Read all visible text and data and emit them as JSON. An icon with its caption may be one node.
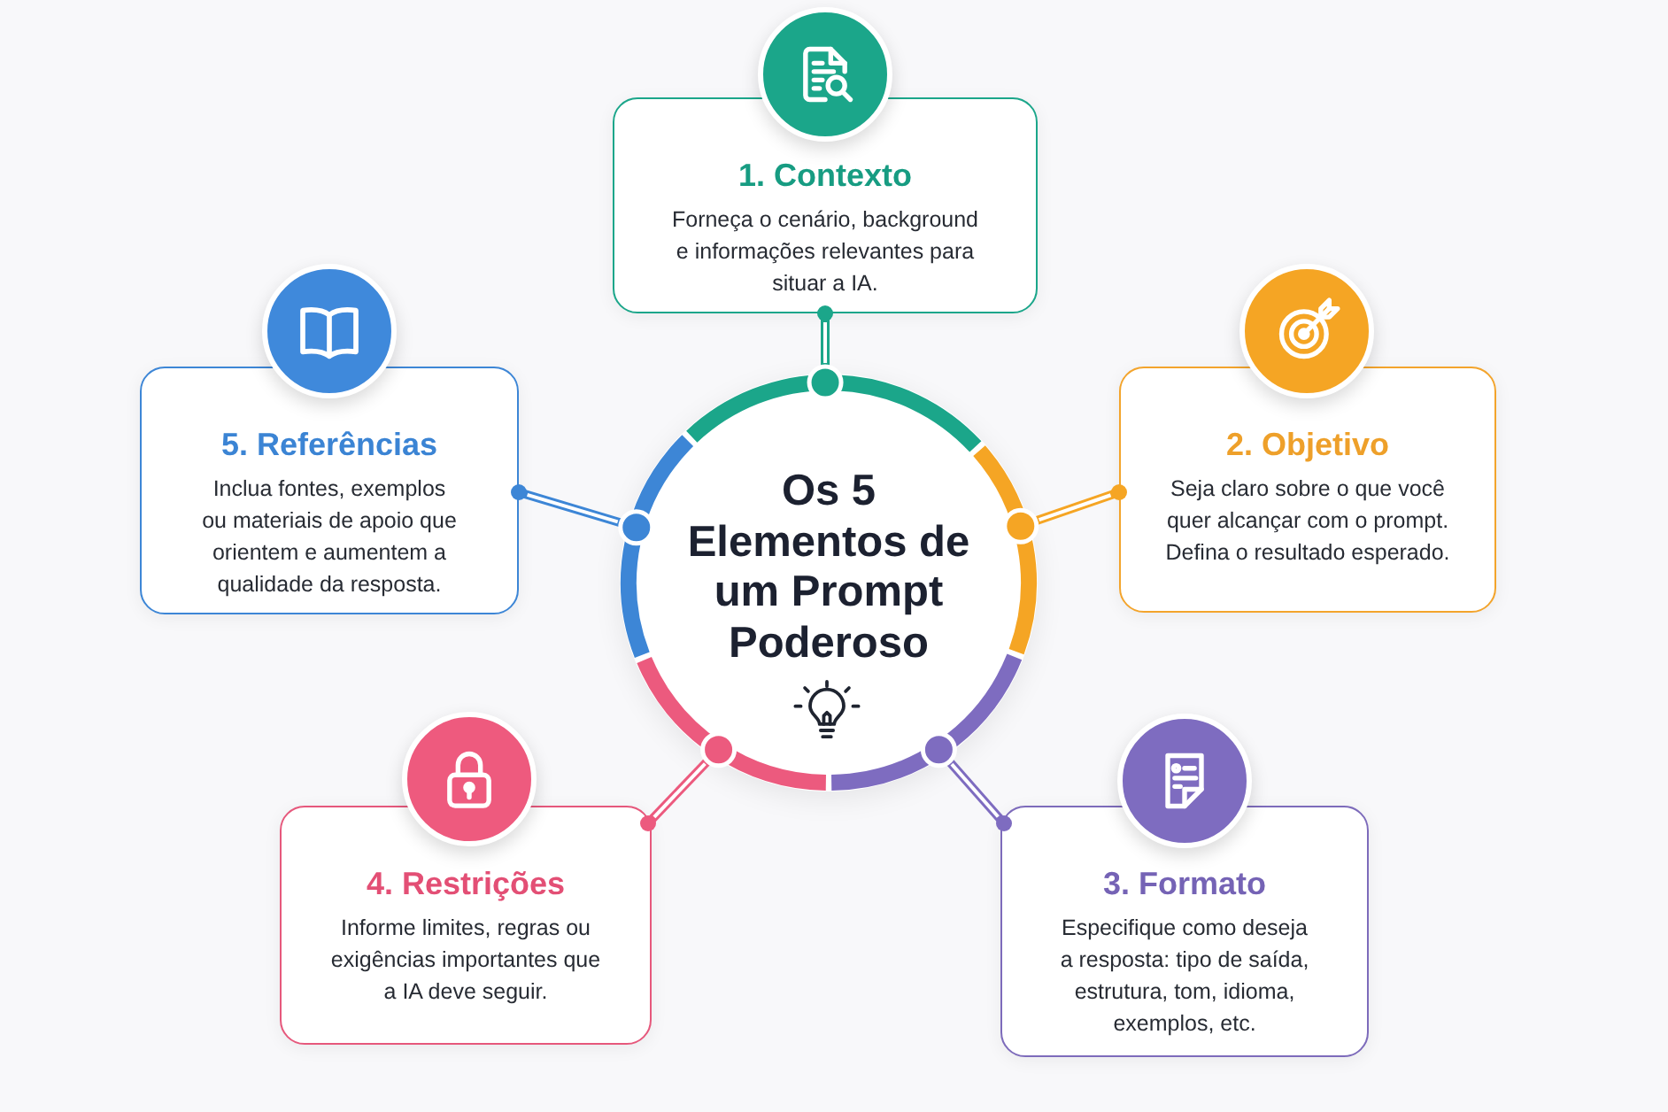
{
  "diagram": {
    "nodes": [
      {
        "text": [
          "Os 5 Elementos de um Prompt Poderoso"
        ]
      },
      {
        "text": [
          "1. Contexto",
          "Forneça o cenário, background e informações relevantes para situar a IA."
        ]
      },
      {
        "text": [
          "2. Objetivo",
          "Seja claro sobre o que você quer alcançar com o prompt. Defina o resultado esperado."
        ]
      },
      {
        "text": [
          "3. Formato",
          "Especifique como deseja a resposta: tipo de saída, estrutura, tom, idioma, exemplos, etc."
        ]
      },
      {
        "text": [
          "4. Restrições",
          "Informe limites, regras ou exigências importantes que a IA deve seguir."
        ]
      },
      {
        "text": [
          "5. Referências",
          "Inclua fontes, exemplos ou materiais de apoio que orientem e aumentem a qualidade da resposta."
        ]
      }
    ],
    "edges": [
      {
        "from": 0,
        "to": 1,
        "arrow": "other",
        "color": "#1ba68a"
      },
      {
        "from": 0,
        "to": 2,
        "arrow": "other",
        "color": "#f5a524"
      },
      {
        "from": 0,
        "to": 3,
        "arrow": "other",
        "color": "#7e6cc0"
      },
      {
        "from": 0,
        "to": 4,
        "arrow": "other",
        "color": "#ec5a7e"
      },
      {
        "from": 0,
        "to": 5,
        "arrow": "other",
        "color": "#3d86d6"
      }
    ]
  }
}
